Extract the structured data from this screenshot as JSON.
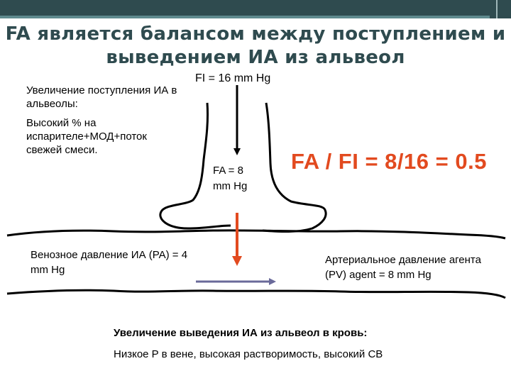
{
  "slide": {
    "title_line1": "FA является балансом между поступлением и",
    "title_line2": "выведением ИА из альвеол"
  },
  "diagram": {
    "fi_label": "FI = 16 mm Hg",
    "increase_heading": "Увеличение поступления ИА в альвеолы:",
    "increase_detail": "Высокий % на испарителе+МОД+поток свежей смеси.",
    "fa_label_line1": "FA = 8",
    "fa_label_line2": "mm Hg",
    "ratio": "FA / FI = 8/16 = 0.5",
    "venous_pressure": "Венозное давление ИА (PA)  = 4 mm Hg",
    "arterial_pressure": "Артериальное давление агента (PV) agent = 8 mm Hg",
    "removal_heading": "Увеличение выведения ИА из альвеол в кровь:",
    "removal_detail": "Низкое P в вене, высокая растворимость, высокий CB"
  },
  "colors": {
    "header": "#2f4b4f",
    "ratio_text": "#e24a1f",
    "red_arrow": "#e24a1f",
    "blue_arrow": "#6a6a9a"
  }
}
